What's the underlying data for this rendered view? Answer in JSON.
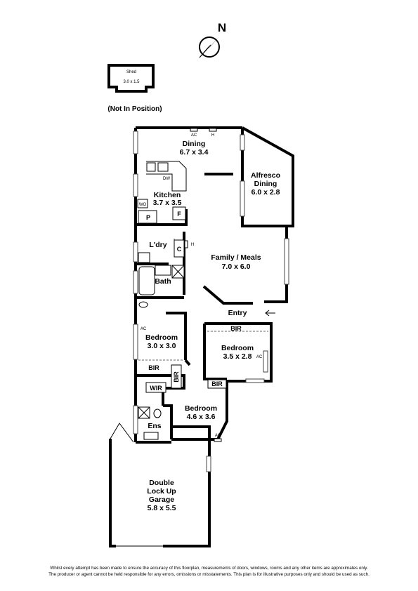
{
  "compass": {
    "north_label": "N"
  },
  "shed": {
    "name": "Shed",
    "size": "3.0 x 1.5",
    "note": "(Not In Position)"
  },
  "rooms": {
    "dining": {
      "name": "Dining",
      "size": "6.7 x 3.4"
    },
    "alfresco": {
      "line1": "Alfresco",
      "line2": "Dining",
      "size": "6.0 x 2.8"
    },
    "kitchen": {
      "name": "Kitchen",
      "size": "3.7 x 3.5"
    },
    "laundry": {
      "name": "L'dry"
    },
    "family": {
      "name": "Family / Meals",
      "size": "7.0 x 6.0"
    },
    "bath": {
      "name": "Bath"
    },
    "entry": {
      "name": "Entry"
    },
    "bedroom2": {
      "name": "Bedroom",
      "size": "3.0 x 3.0"
    },
    "bedroom3": {
      "name": "Bedroom",
      "size": "3.5 x 2.8"
    },
    "bedroom1": {
      "name": "Bedroom",
      "size": "4.6 x 3.6"
    },
    "ensuite": {
      "name": "Ens"
    },
    "garage": {
      "line1": "Double",
      "line2": "Lock Up",
      "line3": "Garage",
      "size": "5.8 x 5.5"
    }
  },
  "fixtures": {
    "ac": "AC",
    "heater": "H",
    "dishwasher": "DW",
    "washing_machine": "WO",
    "pantry": "P",
    "fridge": "F",
    "cupboard": "C",
    "bir": "BIR",
    "wir": "WIR"
  },
  "disclaimer": {
    "line1": "Whilst every attempt has been made to ensure the accuracy of this floorplan, measurements of doors, windows, rooms and any other items are approximates only.",
    "line2": "The producer or agent cannot be held responsible for any errors, omissions or misstatements. This plan is for illustrative purposes only and should be used as such."
  }
}
